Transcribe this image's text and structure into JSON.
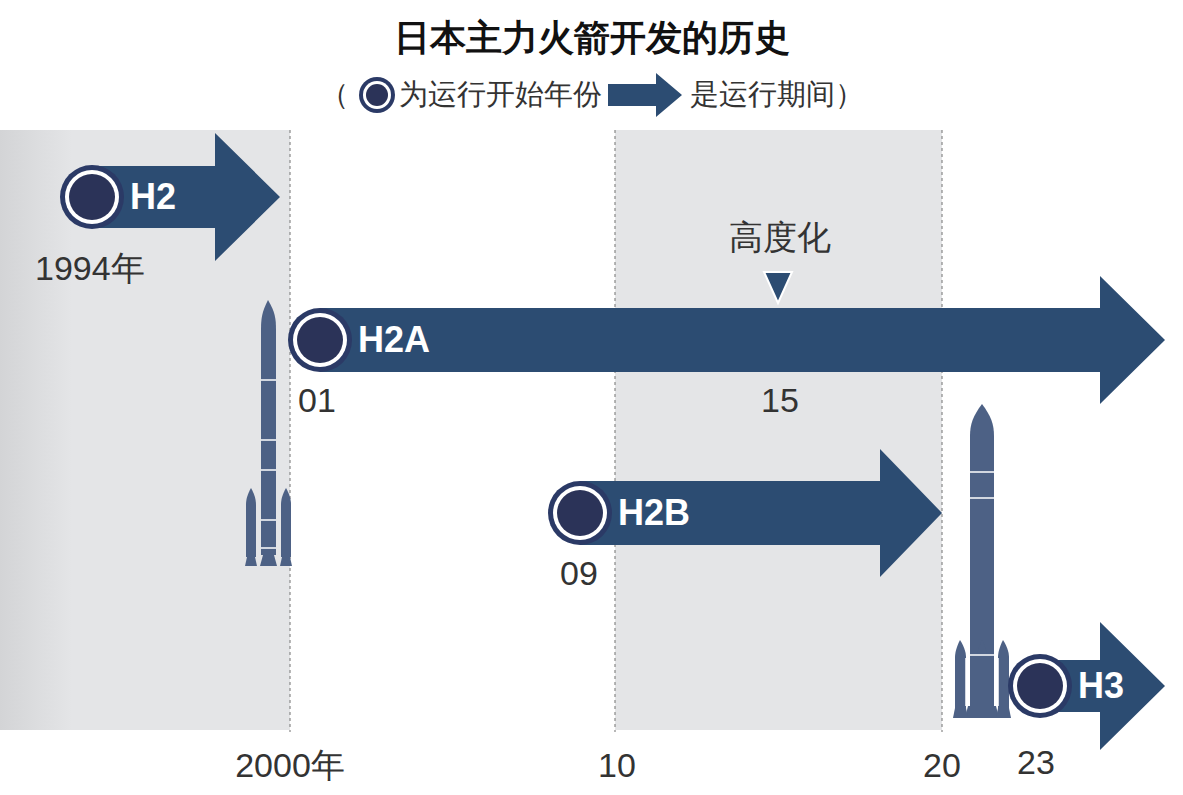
{
  "diagram": {
    "title": "日本主力火箭开发的历史",
    "nodes": [
      {
        "text": [
          "H2",
          "1994年"
        ]
      },
      {
        "text": [
          "H2A",
          "01"
        ]
      },
      {
        "text": [
          "H2B",
          "09"
        ]
      },
      {
        "text": [
          "H3",
          "23"
        ]
      }
    ],
    "edges": [],
    "labels": [
      "（",
      "）",
      "高度化",
      "15",
      "2000年",
      "10",
      "20"
    ],
    "legend": [
      {
        "text": "为运行开始年份"
      },
      {
        "text": "是运行期间"
      }
    ]
  }
}
